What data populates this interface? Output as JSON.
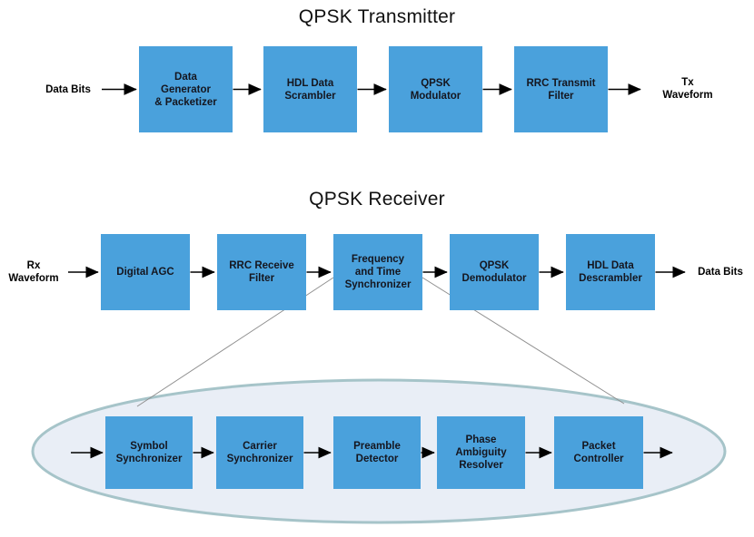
{
  "colors": {
    "block_fill": "#4aa1dc",
    "block_text": "#15161f",
    "ellipse_fill": "#e9eef6",
    "ellipse_stroke": "#a6c4c9",
    "connector": "#8f8f8f",
    "ink": "#000000"
  },
  "transmitter": {
    "title": "QPSK Transmitter",
    "input_label": "Data Bits",
    "output_label": "Tx\nWaveform",
    "blocks": [
      "Data\nGenerator\n& Packetizer",
      "HDL Data\nScrambler",
      "QPSK\nModulator",
      "RRC Transmit\nFilter"
    ]
  },
  "receiver": {
    "title": "QPSK Receiver",
    "input_label": "Rx\nWaveform",
    "output_label": "Data Bits",
    "blocks": [
      "Digital AGC",
      "RRC Receive\nFilter",
      "Frequency\nand Time\nSynchronizer",
      "QPSK\nDemodulator",
      "HDL Data\nDescrambler"
    ]
  },
  "synchronizer_detail": {
    "blocks": [
      "Symbol\nSynchronizer",
      "Carrier\nSynchronizer",
      "Preamble\nDetector",
      "Phase\nAmbiguity\nResolver",
      "Packet\nController"
    ]
  }
}
